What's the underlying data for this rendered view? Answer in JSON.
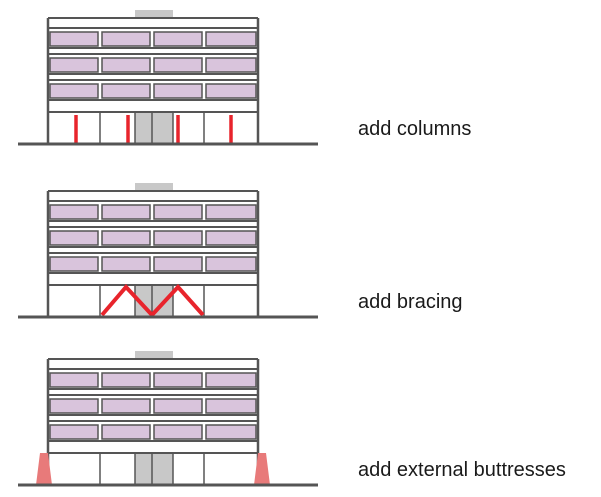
{
  "panels": [
    {
      "label": "add columns",
      "strategy": "columns"
    },
    {
      "label": "add bracing",
      "strategy": "bracing"
    },
    {
      "label": "add external buttresses",
      "strategy": "buttresses"
    }
  ],
  "colors": {
    "line": "#555555",
    "window": "#d9c4dc",
    "core": "#c8c8c8",
    "retrofit": "#e8242c",
    "buttress": "#e87a7a"
  }
}
